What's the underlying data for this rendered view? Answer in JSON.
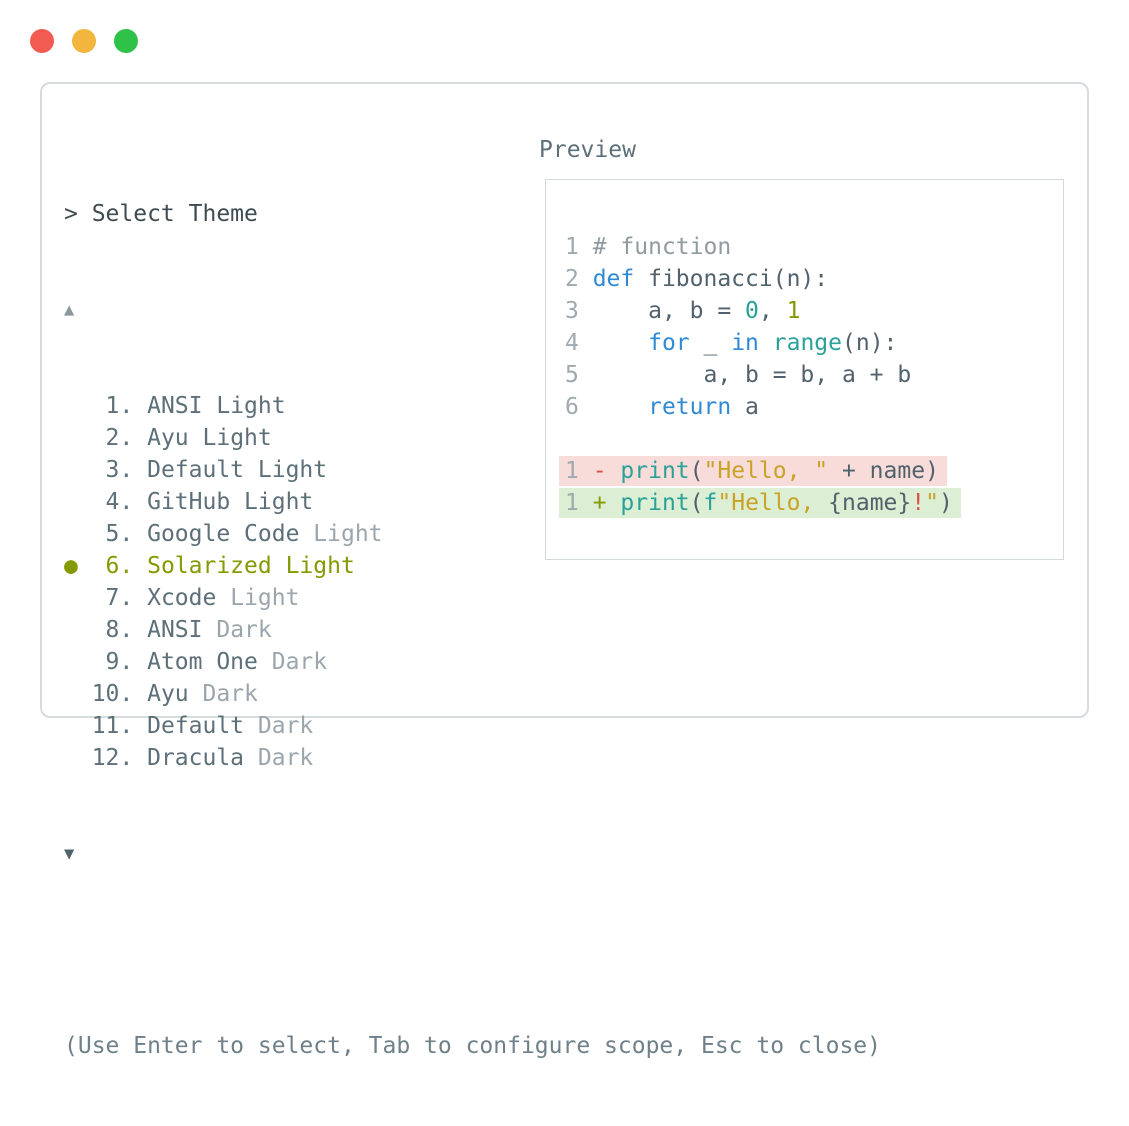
{
  "window": {
    "controls": [
      "close",
      "minimize",
      "zoom"
    ],
    "control_colors": {
      "close": "#f15b52",
      "minimize": "#f2b53d",
      "zoom": "#2fc249"
    }
  },
  "palette": {
    "slate_text": "#5d6f78",
    "muted_text": "#9ba6ac",
    "selected_olive": "#859900",
    "code_text": "#51626c",
    "keyword_blue": "#2f8ad6",
    "builtin_teal": "#2aa198",
    "string_gold": "#c9a227",
    "error_red": "#dd4e44",
    "comment_gray": "#8f9ba1",
    "line_number_gray": "#9fa9af",
    "diff_removed_bg": "#f7dcd9",
    "diff_added_bg": "#dcefd5",
    "panel_border": "#d6dcdd"
  },
  "selector": {
    "prompt": "> Select Theme",
    "scroll_up_icon": "▲",
    "scroll_down_icon": "▼",
    "selected_marker": "●",
    "items": [
      {
        "number": "1",
        "name": "ANSI",
        "variant": "Light",
        "variant_muted": false,
        "selected": false
      },
      {
        "number": "2",
        "name": "Ayu",
        "variant": "Light",
        "variant_muted": false,
        "selected": false
      },
      {
        "number": "3",
        "name": "Default",
        "variant": "Light",
        "variant_muted": false,
        "selected": false
      },
      {
        "number": "4",
        "name": "GitHub",
        "variant": "Light",
        "variant_muted": false,
        "selected": false
      },
      {
        "number": "5",
        "name": "Google Code",
        "variant": "Light",
        "variant_muted": true,
        "selected": false
      },
      {
        "number": "6",
        "name": "Solarized",
        "variant": "Light",
        "variant_muted": false,
        "selected": true
      },
      {
        "number": "7",
        "name": "Xcode",
        "variant": "Light",
        "variant_muted": true,
        "selected": false
      },
      {
        "number": "8",
        "name": "ANSI",
        "variant": "Dark",
        "variant_muted": true,
        "selected": false
      },
      {
        "number": "9",
        "name": "Atom One",
        "variant": "Dark",
        "variant_muted": true,
        "selected": false
      },
      {
        "number": "10",
        "name": "Ayu",
        "variant": "Dark",
        "variant_muted": true,
        "selected": false
      },
      {
        "number": "11",
        "name": "Default",
        "variant": "Dark",
        "variant_muted": true,
        "selected": false
      },
      {
        "number": "12",
        "name": "Dracula",
        "variant": "Dark",
        "variant_muted": true,
        "selected": false
      }
    ],
    "hint": "(Use Enter to select, Tab to configure scope, Esc to close)"
  },
  "preview": {
    "label": "Preview",
    "code_lines": [
      {
        "num": "1",
        "tokens": [
          {
            "t": "# function",
            "c": "comment"
          }
        ]
      },
      {
        "num": "2",
        "tokens": [
          {
            "t": "def",
            "c": "kw"
          },
          {
            "t": " fibonacci(n):",
            "c": "fg"
          }
        ]
      },
      {
        "num": "3",
        "tokens": [
          {
            "t": "    a, b = ",
            "c": "fg"
          },
          {
            "t": "0",
            "c": "teal"
          },
          {
            "t": ", ",
            "c": "fg"
          },
          {
            "t": "1",
            "c": "olive"
          }
        ]
      },
      {
        "num": "4",
        "tokens": [
          {
            "t": "    ",
            "c": "fg"
          },
          {
            "t": "for",
            "c": "kw"
          },
          {
            "t": " _ ",
            "c": "fg"
          },
          {
            "t": "in",
            "c": "kw"
          },
          {
            "t": " ",
            "c": "fg"
          },
          {
            "t": "range",
            "c": "teal"
          },
          {
            "t": "(n):",
            "c": "fg"
          }
        ]
      },
      {
        "num": "5",
        "tokens": [
          {
            "t": "        a, b = b, a + b",
            "c": "fg"
          }
        ]
      },
      {
        "num": "6",
        "tokens": [
          {
            "t": "    ",
            "c": "fg"
          },
          {
            "t": "return",
            "c": "kw"
          },
          {
            "t": " a",
            "c": "fg"
          }
        ]
      }
    ],
    "diff_lines": [
      {
        "num": "1",
        "sign": "-",
        "sign_color": "red",
        "bg": "diff_del",
        "tokens": [
          {
            "t": "print",
            "c": "teal"
          },
          {
            "t": "(",
            "c": "fg"
          },
          {
            "t": "\"Hello, \"",
            "c": "gold"
          },
          {
            "t": " + name)",
            "c": "fg"
          }
        ]
      },
      {
        "num": "1",
        "sign": "+",
        "sign_color": "olive",
        "bg": "diff_add",
        "tokens": [
          {
            "t": "print",
            "c": "teal"
          },
          {
            "t": "(",
            "c": "fg"
          },
          {
            "t": "f",
            "c": "teal"
          },
          {
            "t": "\"Hello, ",
            "c": "gold"
          },
          {
            "t": "{name}",
            "c": "fg"
          },
          {
            "t": "!",
            "c": "red"
          },
          {
            "t": "\"",
            "c": "gold"
          },
          {
            "t": ")",
            "c": "fg"
          }
        ]
      }
    ]
  }
}
